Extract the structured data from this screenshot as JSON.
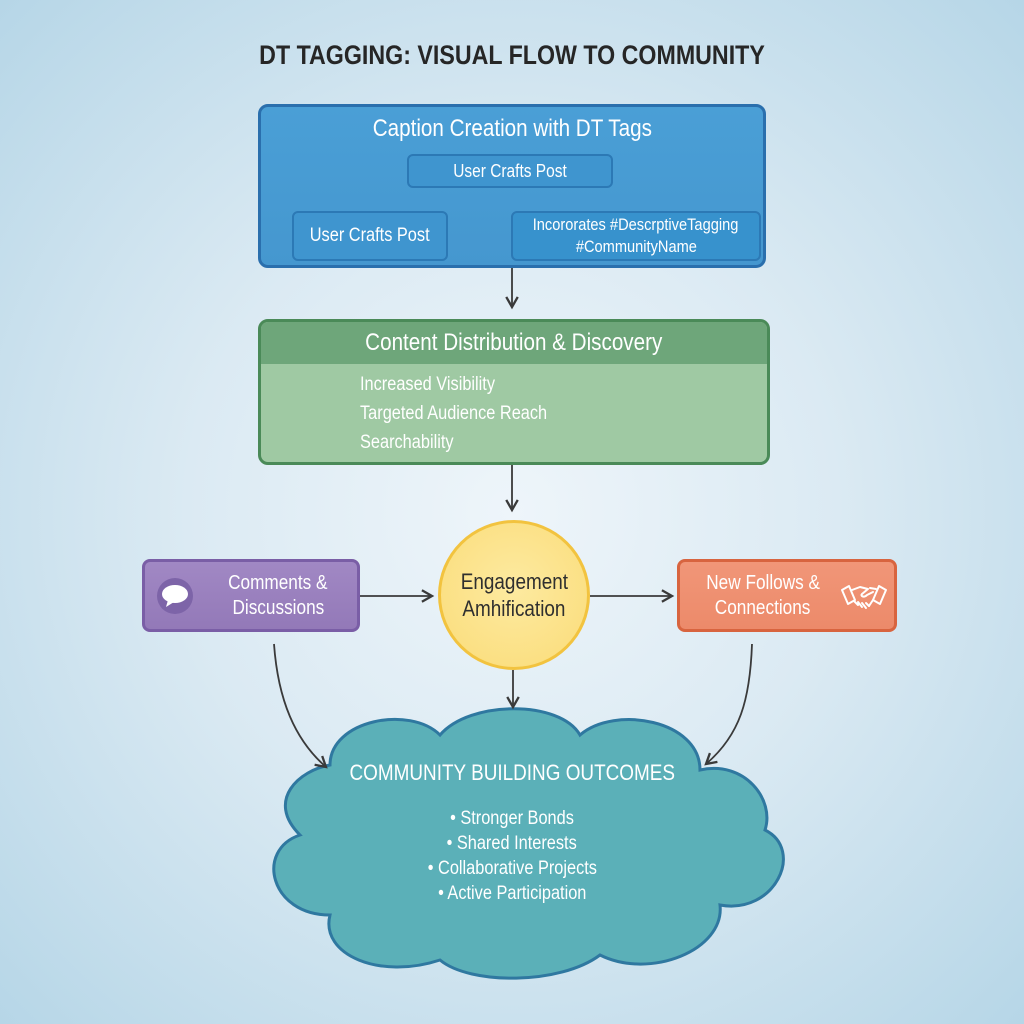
{
  "title": "DT TAGGING: VISUAL FLOW TO COMMUNITY",
  "caption_creation": {
    "title": "Caption Creation with DT Tags",
    "top_node": "User Crafts Post",
    "left_node": "User Crafts Post",
    "right_node_line1": "Incororates #DescrptiveTagging",
    "right_node_line2": "#CommunityName",
    "color": "#4a9fd6"
  },
  "distribution": {
    "title": "Content Distribution & Discovery",
    "items": [
      "Increased Visibility",
      "Targeted Audience Reach",
      "Searchability"
    ],
    "color": "#9fc9a3"
  },
  "engagement": {
    "line1": "Engagement",
    "line2": "Amhification",
    "color": "#fbe084"
  },
  "comments": {
    "line1": "Comments &",
    "line2": "Discussions",
    "icon": "speech-bubble-icon",
    "color": "#9a80bd"
  },
  "follows": {
    "line1": "New Follows &",
    "line2": "Connections",
    "icon": "handshake-icon",
    "color": "#ef9070"
  },
  "outcomes": {
    "title": "COMMUNITY BUILDING OUTCOMES",
    "items": [
      "• Stronger Bonds",
      "• Shared Interests",
      "• Collaborative Projects",
      "• Active Participation"
    ],
    "color": "#5bb0b8"
  }
}
